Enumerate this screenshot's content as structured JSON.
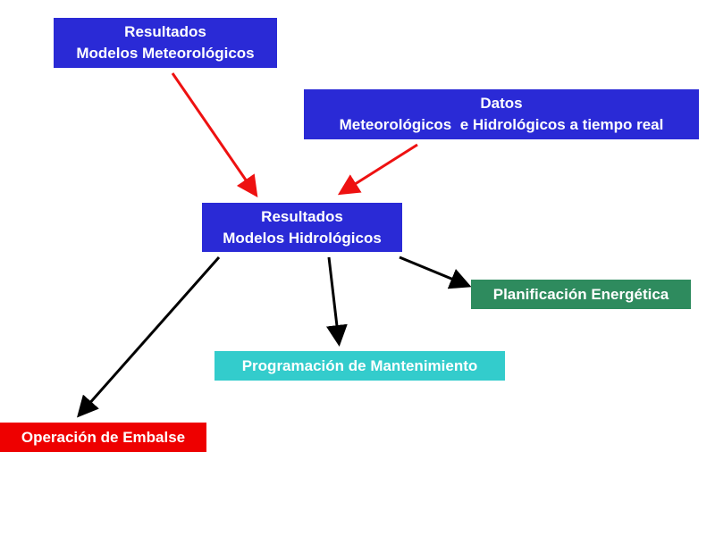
{
  "nodes": {
    "met_models": {
      "line1": "Resultados",
      "line2": "Modelos Meteorológicos"
    },
    "realtime_data": {
      "line1": "Datos",
      "line2": "Meteorológicos  e Hidrológicos a tiempo real"
    },
    "hydro_models": {
      "line1": "Resultados",
      "line2": "Modelos Hidrológicos"
    },
    "energy_planning": {
      "label": "Planificación Energética"
    },
    "maintenance": {
      "label": "Programación de Mantenimiento"
    },
    "reservoir": {
      "label": "Operación de Embalse"
    }
  },
  "colors": {
    "blue": "#2a2ad6",
    "green": "#2e8b5e",
    "cyan": "#33cccc",
    "red": "#ee0000",
    "input_arrow": "#ee1111",
    "output_arrow": "#000000"
  }
}
